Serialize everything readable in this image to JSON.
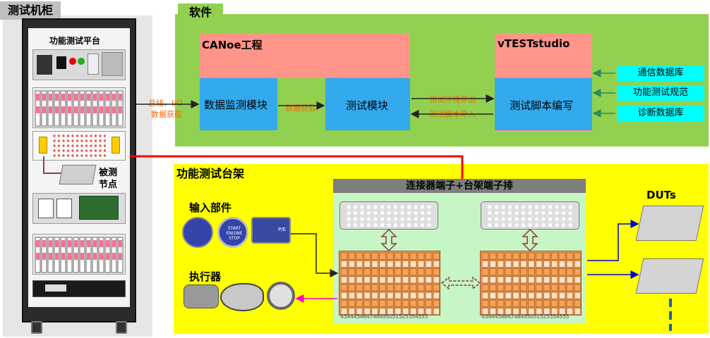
{
  "cabinet": {
    "label": "测试机柜",
    "platform_label": "功能测试平台",
    "dut_label_line1": "被测",
    "dut_label_line2": "节点"
  },
  "software": {
    "label": "软件",
    "canoe_title": "CANoe工程",
    "vtest_title": "vTESTstudio",
    "monitor_module": "数据监测模块",
    "test_module": "测试模块",
    "script_module": "测试脚本编写",
    "arrow_data_fetch": "数据获取",
    "arrow_env_export": "测试环境导出",
    "arrow_script_import": "测试脚本导入",
    "databases": [
      "通信数据库",
      "功能测试规范",
      "诊断数据库"
    ]
  },
  "bus_label_line1": "总线、I/O",
  "bus_label_line2": "数据获取",
  "bench": {
    "label": "功能测试台架",
    "connector_title": "连接器端子+台架端子排",
    "input_label": "输入部件",
    "actuator_label": "执行器",
    "duts_label": "DUTs",
    "terminal_numbers_left": "434445464748495051525354555",
    "terminal_numbers_right": "434445464748495051525354555",
    "button_texts": [
      "START ENGINE STOP",
      "P/E"
    ]
  },
  "colors": {
    "green": "#92d050",
    "salmon": "#ff9589",
    "blue": "#33aaee",
    "cyan": "#00ffff",
    "yellow": "#ffff00",
    "red": "#ff0000",
    "magenta": "#ff00cc",
    "navy": "#0000cc"
  }
}
